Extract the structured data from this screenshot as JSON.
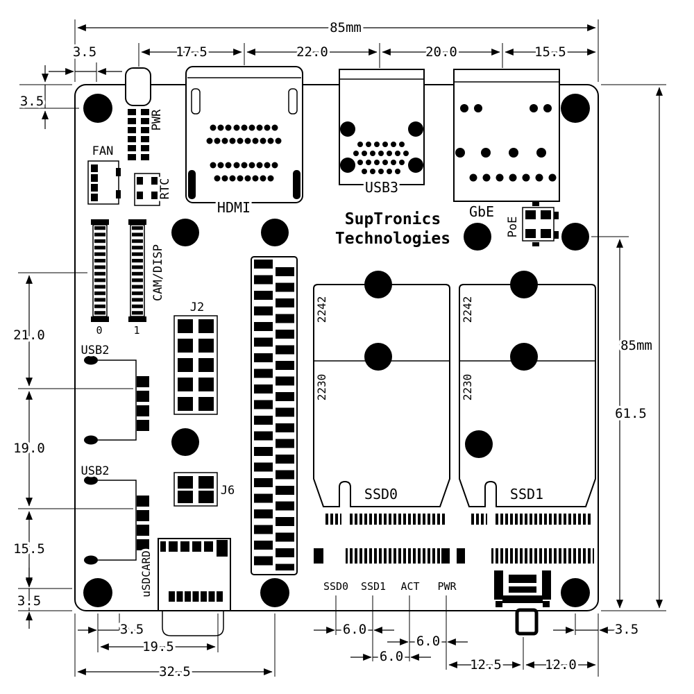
{
  "title": "PCB mechanical dimension drawing",
  "colors": {
    "ink": "#000000",
    "paper": "#ffffff"
  },
  "labels": {
    "pwr": "PWR",
    "fan": "FAN",
    "rtc": "RTC",
    "hdmi": "HDMI",
    "usb3": "USB3",
    "gbe": "GbE",
    "poe": "PoE",
    "brand_line1": "SupTronics",
    "brand_line2": "Technologies",
    "cam_disp": "CAM/DISP",
    "cam0": "0",
    "cam1": "1",
    "j2": "J2",
    "j6": "J6",
    "usb2_top": "USB2",
    "usb2_bottom": "USB2",
    "usdcard": "uSDCARD",
    "ssd0": "SSD0",
    "ssd1": "SSD1",
    "ssd0_2242": "2242",
    "ssd0_2230": "2230",
    "ssd1_2242": "2242",
    "ssd1_2230": "2230",
    "led_ssd0": "SSD0",
    "led_ssd1": "SSD1",
    "led_act": "ACT",
    "led_pwr": "PWR"
  },
  "dims": {
    "board_width": "85mm",
    "board_height": "85mm",
    "top_edge_to_hole": "3.5",
    "pwr_to_hdmi": "17.5",
    "hdmi_to_usb3": "22.0",
    "usb3_to_gbe": "20.0",
    "gbe_to_edge": "15.5",
    "left_edge_to_hole": "3.5",
    "left_21": "21.0",
    "left_19": "19.0",
    "left_15_5": "15.5",
    "left_3_5_bottom": "3.5",
    "right_61_5": "61.5",
    "bottom_3_5_left": "3.5",
    "bottom_19_5": "19.5",
    "bottom_32_5": "32.5",
    "bottom_6_0_a": "6.0",
    "bottom_6_0_b": "6.0",
    "bottom_6_0_c": "6.0",
    "bottom_12_5": "12.5",
    "bottom_12_0": "12.0",
    "bottom_3_5_right": "3.5"
  }
}
